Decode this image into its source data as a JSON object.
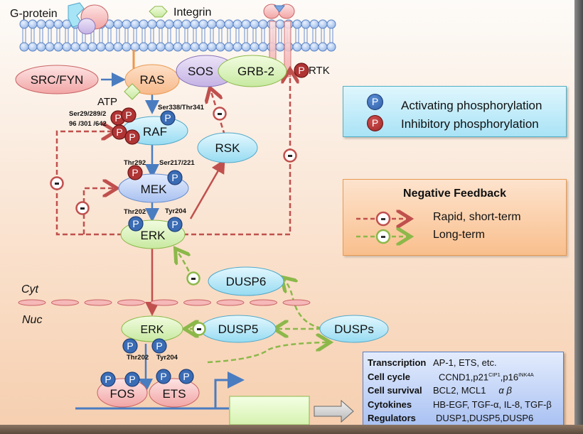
{
  "membrane": {
    "labels": {
      "g_protein": "G-protein",
      "integrin": "Integrin",
      "rtk": "RTK"
    }
  },
  "nodes": {
    "src_fyn": "SRC/FYN",
    "ras": "RAS",
    "atp": "ATP",
    "sos": "SOS",
    "grb2": "GRB-2",
    "raf": "RAF",
    "rsk": "RSK",
    "mek": "MEK",
    "erk_cyt": "ERK",
    "dusp6": "DUSP6",
    "erk_nuc": "ERK",
    "dusp5": "DUSP5",
    "dusps": "DUSPs",
    "fos": "FOS",
    "ets": "ETS"
  },
  "sites": {
    "raf_inhib_1": "Ser29/289/2",
    "raf_inhib_2": "96 /301 /642",
    "raf_activ": "Ser338/Thr341",
    "mek_inhib": "Thr292",
    "mek_activ": "Ser217/221",
    "erk_thr": "Thr202",
    "erk_tyr": "Tyr204",
    "erk_nuc_thr": "Thr202",
    "erk_nuc_tyr": "Tyr204"
  },
  "phospho_glyph": "P",
  "inhibit_glyph": "-",
  "compartments": {
    "cyt": "Cyt",
    "nuc": "Nuc"
  },
  "legend_phos": {
    "activating": "Activating phosphorylation",
    "inhibitory": "Inhibitory phosphorylation"
  },
  "legend_feedback": {
    "title": "Negative Feedback",
    "rapid": "Rapid, short-term",
    "long": "Long-term"
  },
  "targets": [
    {
      "category": "Transcription",
      "value": "AP-1, ETS, etc.",
      "sup": []
    },
    {
      "category": "Cell cycle",
      "value": "CCND1,p21",
      "sup1": "CIP1",
      "value2": ",p16",
      "sup2": "INK4A"
    },
    {
      "category": "Cell survival",
      "value": "BCL2, MCL1",
      "extra": "α β"
    },
    {
      "category": "Cytokines",
      "value": "HB-EGF, TGF-α, IL-8, TGF-β"
    },
    {
      "category": "Regulators",
      "value": "DUSP1,DUSP5,DUSP6"
    }
  ],
  "colors": {
    "activating": "#2f5fa8",
    "inhibitory": "#a02828",
    "rapid_feedback": "#c0504d",
    "long_feedback": "#8cb84a",
    "signal_arrow": "#4a7cc0"
  }
}
